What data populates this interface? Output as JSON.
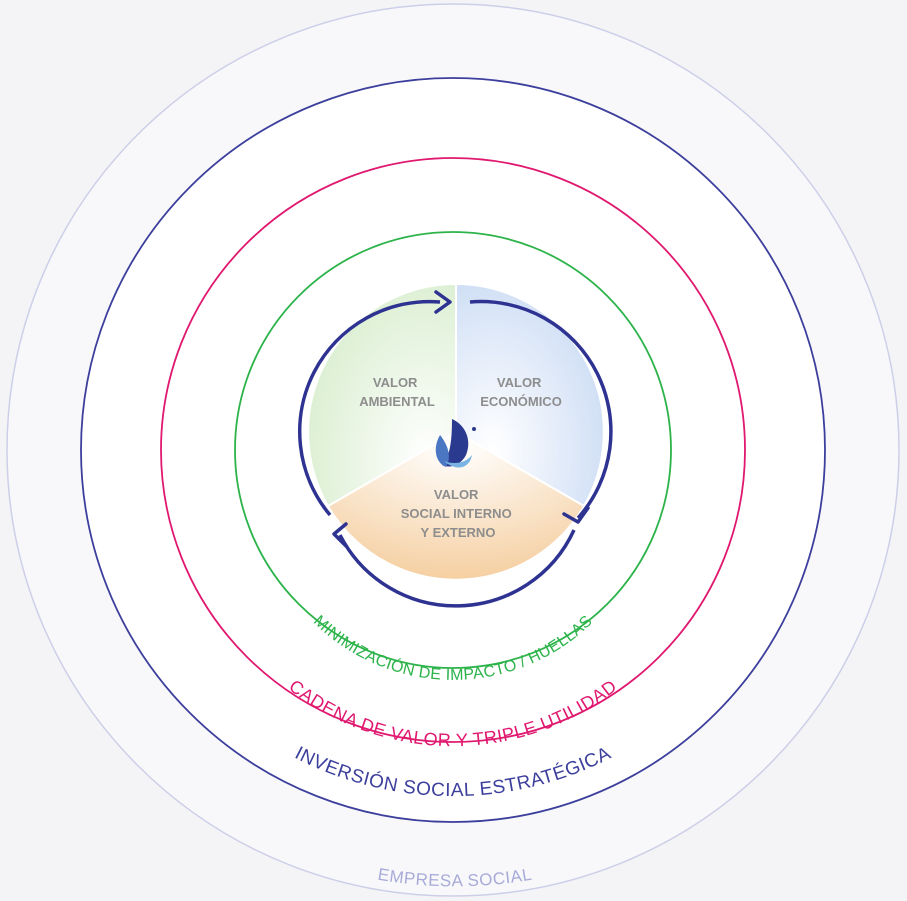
{
  "diagram": {
    "rings": [
      {
        "key": "empresa",
        "label": "EMPRESA SOCIAL",
        "color": "#b3b6e0"
      },
      {
        "key": "inversion",
        "label": "INVERSIÓN SOCIAL ESTRATÉGICA",
        "color": "#3c3f9c"
      },
      {
        "key": "cadena",
        "label": "CADENA DE VALOR Y TRIPLE UTILIDAD",
        "color": "#e0186f"
      },
      {
        "key": "minimizacion",
        "label": "MINIMIZACIÓN DE IMPACTO / HUELLAS",
        "color": "#2cb34a"
      }
    ],
    "sectors": {
      "ambiental": {
        "line1": "VALOR",
        "line2": "AMBIENTAL",
        "color": "#d9eecf"
      },
      "economico": {
        "line1": "VALOR",
        "line2": "ECONÓMICO",
        "color": "#c9daf4"
      },
      "social": {
        "line1": "VALOR",
        "line2": "SOCIAL INTERNO",
        "line3": "Y EXTERNO",
        "color": "#f5cfa1"
      }
    },
    "cycle_color": "#2e3392",
    "sector_text_color": "#8d8d8d",
    "logo_icon": "leaf-drop-logo-icon"
  }
}
